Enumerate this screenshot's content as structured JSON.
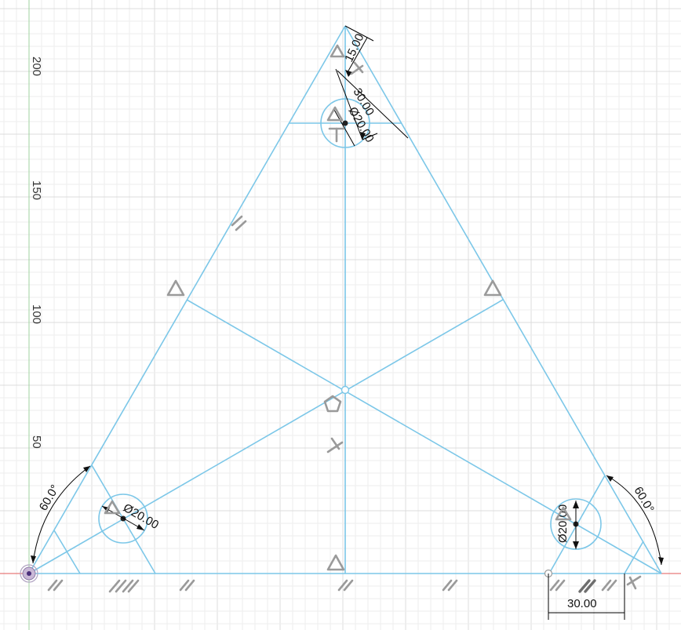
{
  "view": {
    "axis_colors": {
      "x_axis": "#e05a5a",
      "y_axis": "#9fd39f"
    },
    "sketch_color": "#7cc7e8",
    "ruler_labels": [
      "200",
      "150",
      "100",
      "50"
    ]
  },
  "dimensions": {
    "chamfer_top": "15.00",
    "offset_top": "30.00",
    "dia_top": "Ø20.00",
    "dia_left": "Ø20.00",
    "dia_right": "Ø20.00",
    "angle_left": "60.0°",
    "angle_right": "60.0°",
    "offset_bottom": "30.00"
  },
  "constraint_icons": [
    "equal-icon",
    "parallel-icon",
    "perpendicular-icon",
    "symmetric-icon",
    "midpoint-icon",
    "polygon-icon",
    "coincident-icon",
    "fix-icon"
  ]
}
